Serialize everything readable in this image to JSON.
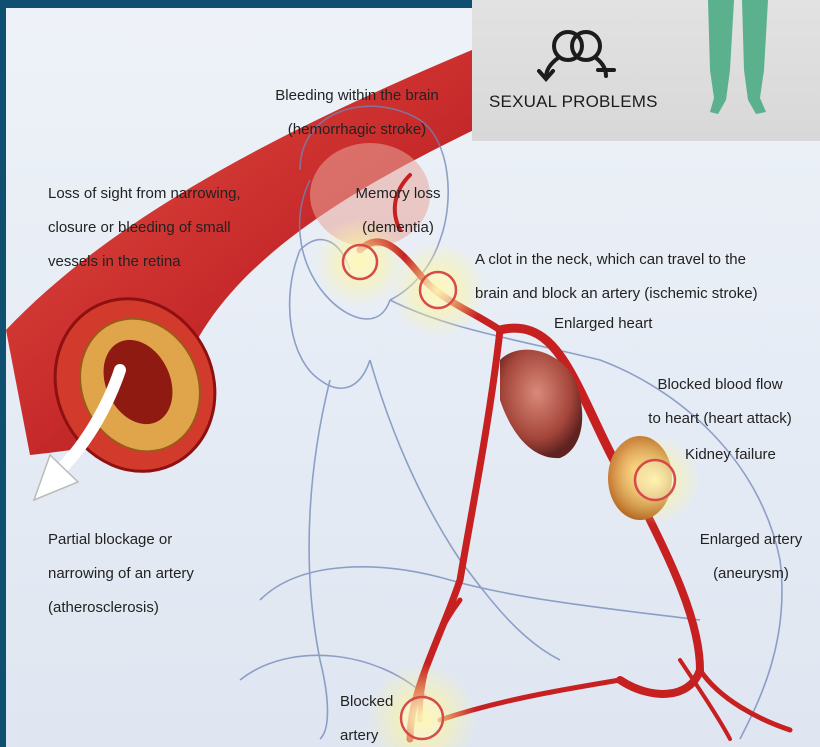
{
  "overlay": {
    "label": "SEXUAL PROBLEMS",
    "icon": "interlocked-gender-rings-icon"
  },
  "labels": {
    "hemorrhagic_1": "Bleeding within the brain",
    "hemorrhagic_2": "(hemorrhagic stroke)",
    "sight_1": "Loss of sight from narrowing,",
    "sight_2": "closure or bleeding of small",
    "sight_3": "vessels in the retina",
    "memory_1": "Memory loss",
    "memory_2": "(dementia)",
    "clot_1": "A clot in the neck, which can travel to the",
    "clot_2": "brain and block an artery (ischemic stroke)",
    "heart": "Enlarged heart",
    "blocked_flow_1": "Blocked blood flow",
    "blocked_flow_2": "to heart (heart attack)",
    "kidney": "Kidney failure",
    "aneurysm_1": "Enlarged artery",
    "aneurysm_2": "(aneurysm)",
    "athero_1": "Partial blockage or",
    "athero_2": "narrowing of an artery",
    "athero_3": "(atherosclerosis)",
    "blocked_1": "Blocked",
    "blocked_2": "artery"
  },
  "colors": {
    "artery": "#c62020",
    "artery_dark": "#8e1010",
    "plaque": "#d89a3a",
    "figure_line": "#6f86b8",
    "glow": "#fff27a",
    "leg_green": "#5bb08d"
  }
}
